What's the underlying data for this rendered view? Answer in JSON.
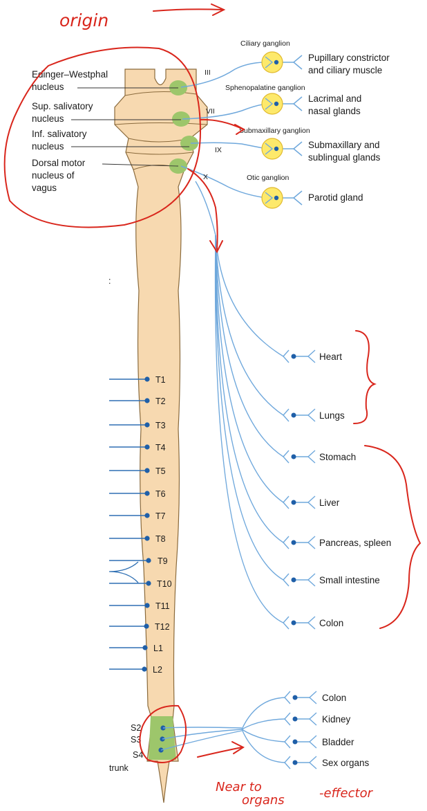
{
  "annotations": {
    "origin": "origin",
    "near_to": "Near to",
    "organs": "organs",
    "effector": "-effector"
  },
  "brainstem_nuclei": [
    {
      "line1": "Edinger–Westphal",
      "line2": "nucleus"
    },
    {
      "line1": "Sup. salivatory",
      "line2": "nucleus"
    },
    {
      "line1": "Inf. salivatory",
      "line2": "nucleus"
    },
    {
      "line1": "Dorsal motor",
      "line2": "nucleus of",
      "line3": "vagus"
    }
  ],
  "cranial_nerves": [
    "III",
    "VII",
    "IX",
    "X"
  ],
  "ganglia": [
    "Ciliary ganglion",
    "Sphenopalatine ganglion",
    "Submaxillary ganglion",
    "Otic ganglion"
  ],
  "cranial_targets": [
    {
      "line1": "Pupillary constrictor",
      "line2": "and ciliary muscle"
    },
    {
      "line1": "Lacrimal and",
      "line2": "nasal glands"
    },
    {
      "line1": "Submaxillary and",
      "line2": "sublingual glands"
    },
    {
      "line1": "Parotid gland"
    }
  ],
  "vagal_targets": [
    "Heart",
    "Lungs",
    "Stomach",
    "Liver",
    "Pancreas, spleen",
    "Small intestine",
    "Colon"
  ],
  "spinal_segments": [
    "T1",
    "T2",
    "T3",
    "T4",
    "T5",
    "T6",
    "T7",
    "T8",
    "T9",
    "T10",
    "T11",
    "T12",
    "L1",
    "L2"
  ],
  "sacral_segments": [
    "S2",
    "S3",
    "S4"
  ],
  "pelvic_targets": [
    "Colon",
    "Kidney",
    "Bladder",
    "Sex organs"
  ],
  "fragments": {
    "trunk": "trunk",
    "colon_fragment": ":"
  },
  "colors": {
    "cord": "#f7d9b0",
    "cord_outline": "#8a6a3c",
    "nucleus": "#9dc66b",
    "nerve": "#6fa8dc",
    "ganglion": "#fde96b",
    "dot": "#1f5fa8",
    "annotation": "#d9261c"
  }
}
